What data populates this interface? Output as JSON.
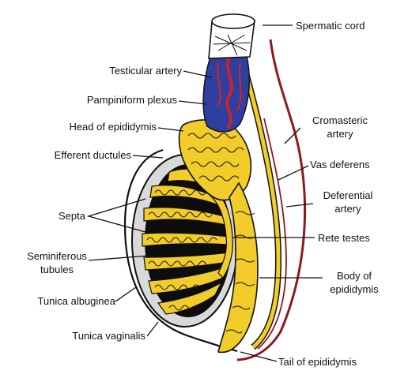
{
  "colors": {
    "tubule_yellow": "#f2cc2a",
    "septa_black": "#0d0d0d",
    "albuginea_grey": "#d9d9d9",
    "vein_blue": "#2e3fa0",
    "artery_red": "#c8242c",
    "vessel_dark_red": "#8c1a1f",
    "label_text": "#111111",
    "background": "#ffffff"
  },
  "labels": {
    "spermatic_cord": "Spermatic cord",
    "testicular_artery": "Testicular artery",
    "pampiniform_plexus": "Pampiniform plexus",
    "head_of_epididymis": "Head of epididymis",
    "cremasteric_artery_line1": "Cromasteric",
    "cremasteric_artery_line2": "artery",
    "efferent_ductules": "Efferent ductules",
    "vas_deferens": "Vas deferens",
    "deferential_artery_line1": "Deferential",
    "deferential_artery_line2": "artery",
    "septa": "Septa",
    "rete_testes": "Rete testes",
    "seminiferous_tubules_line1": "Seminiferous",
    "seminiferous_tubules_line2": "tubules",
    "body_of_epididymis_line1": "Body of",
    "body_of_epididymis_line2": "epididymis",
    "tunica_albuginea": "Tunica albuginea",
    "tunica_vaginalis": "Tunica vaginalis",
    "tail_of_epididymis": "Tail of epididymis"
  }
}
